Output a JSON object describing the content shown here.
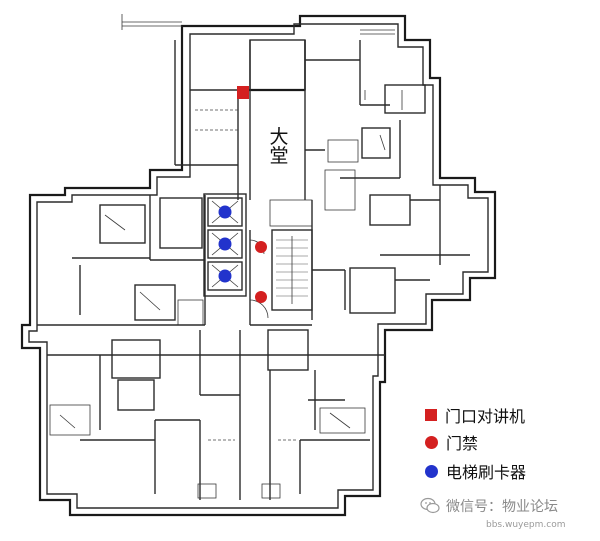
{
  "plan": {
    "lobby_label": "大堂"
  },
  "legend": {
    "items": [
      {
        "label": "门口对讲机",
        "marker": "square",
        "color": "#d42020"
      },
      {
        "label": "门禁",
        "marker": "circle",
        "color": "#d42020"
      },
      {
        "label": "电梯刷卡器",
        "marker": "circle",
        "color": "#2233cc"
      }
    ]
  },
  "watermark": {
    "text": "微信号：物业论坛",
    "url": "bbs.wuyepm.com",
    "icon": "wechat-icon"
  },
  "colors": {
    "intercom": "#d42020",
    "access": "#d42020",
    "elevator_reader": "#2233cc",
    "elevator_fill": "#d7e6f2"
  }
}
